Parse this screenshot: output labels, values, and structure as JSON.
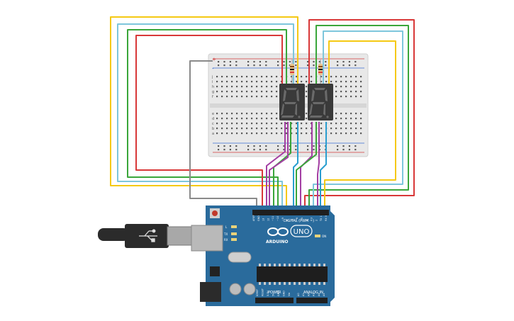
{
  "breadboard": {
    "row_letters_top": [
      "j",
      "i",
      "h",
      "g",
      "f"
    ],
    "row_letters_bottom": [
      "e",
      "d",
      "c",
      "b",
      "a"
    ],
    "rail_plus": "+",
    "rail_minus": "-"
  },
  "displays": [
    {
      "digit": "8."
    },
    {
      "digit": "8."
    }
  ],
  "arduino": {
    "logo_text": "ARDUINO",
    "model": "UNO",
    "digital_label": "DIGITAL (PWM ~)",
    "power_label": "POWER",
    "analog_label": "ANALOG IN",
    "digital_pins": [
      "AREF",
      "GND",
      "13",
      "12",
      "~11",
      "~10",
      "~9",
      "8",
      "7",
      "~6",
      "~5",
      "4",
      "~3",
      "2",
      "TX 1",
      "RX 0"
    ],
    "power_pins": [
      "IOREF",
      "RESET",
      "3.3V",
      "5V",
      "GND",
      "GND",
      "Vin"
    ],
    "analog_pins": [
      "A0",
      "A1",
      "A2",
      "A3",
      "A4",
      "A5"
    ],
    "led_labels": [
      "L",
      "TX",
      "RX"
    ],
    "on_label": "ON"
  },
  "colors": {
    "board": "#2a6b9c",
    "breadboard": "#e6e6e6",
    "display": "#3a3a3a",
    "wire_yellow": "#f5c914",
    "wire_cyan": "#7ec6dc",
    "wire_green": "#3aa63a",
    "wire_red": "#d83838",
    "wire_gray": "#8a8a8a",
    "wire_purple": "#a33fa3",
    "wire_blue": "#2a9fd0"
  }
}
